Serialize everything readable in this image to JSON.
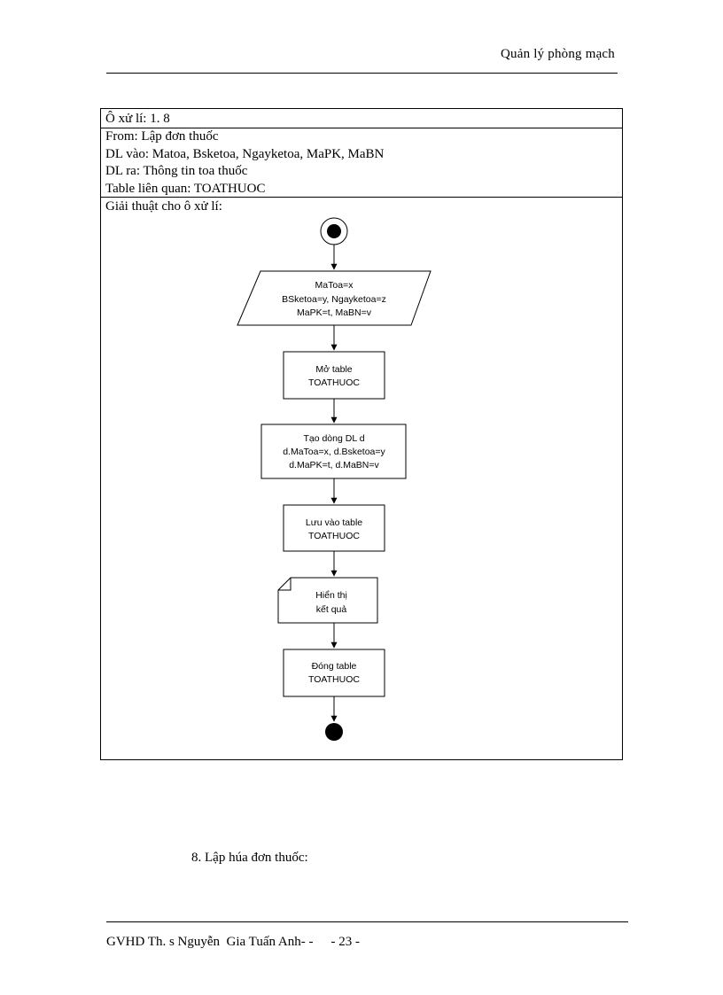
{
  "header": {
    "title": "Quản lý phòng mạch"
  },
  "spec": {
    "process_id": "Ô xử lí:  1. 8",
    "from": "From:  Lập đơn thuốc",
    "input": "DL vào:  Matoa, Bsketoa, Ngayketoa,  MaPK, MaBN",
    "output": "DL ra:  Thông  tin toa thuốc",
    "table": "Table liên  quan:  TOATHUOC",
    "algorithm_label": "Giải  thuật  cho ô xử lí:"
  },
  "flowchart": {
    "input_lines": [
      "MaToa=x",
      "BSketoa=y, Ngayketoa=z",
      "MaPK=t, MaBN=v"
    ],
    "open_lines": [
      "Mở table",
      "TOATHUOC"
    ],
    "create_lines": [
      "Tạo dòng DL d",
      "d.MaToa=x, d.Bsketoa=y",
      "d.MaPK=t, d.MaBN=v"
    ],
    "save_lines": [
      "Lưu vào table",
      "TOATHUOC"
    ],
    "display_lines": [
      "Hiển thị",
      "kết quả"
    ],
    "close_lines": [
      "Đóng table",
      "TOATHUOC"
    ]
  },
  "section": {
    "heading": "8. Lập húa đơn thuốc:"
  },
  "footer": {
    "advisor": "GVHD Th. s Nguyễn  Gia Tuấn Anh- -",
    "page_number": "- 23 -"
  }
}
